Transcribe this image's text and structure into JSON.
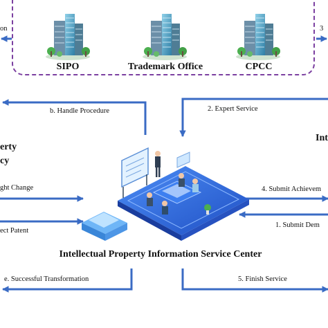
{
  "offices": {
    "left_number_label": "on",
    "right_number_label": "3",
    "items": [
      {
        "label": "SIPO",
        "icon": "office-buildings-icon"
      },
      {
        "label": "Trademark Office",
        "icon": "office-buildings-icon"
      },
      {
        "label": "CPCC",
        "icon": "office-buildings-icon"
      }
    ]
  },
  "left_party": {
    "line1": "erty",
    "line2": "cy"
  },
  "right_party": {
    "label": "Int"
  },
  "left_flows": {
    "b": "b. Handle Procedure",
    "right_change": "ght Change",
    "patent": "ect Patent",
    "e": "e. Successful Transformation"
  },
  "right_flows": {
    "expert": "2. Expert Service",
    "submit_achievement": "4. Submit Achievem",
    "submit_demand": "1. Submit Dem",
    "finish": "5. Finish Service"
  },
  "center": {
    "title": "Intellectual Property Information Service Center",
    "illustration_icon": "isometric-meeting-room-icon"
  },
  "colors": {
    "arrow": "#3a6bc4",
    "dashed_border": "#7b3fa0",
    "platform": "#2f6fe0",
    "building_glass": "#5fa8c8"
  }
}
